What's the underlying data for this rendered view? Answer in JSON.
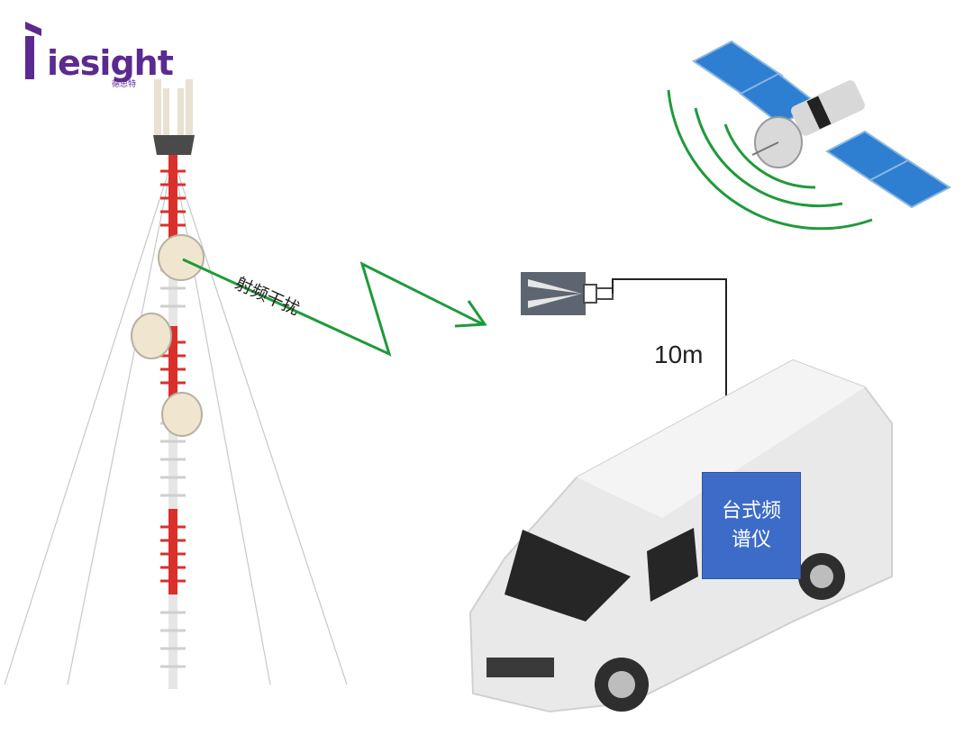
{
  "logo": {
    "text": "iesight",
    "sub_text": "德思特"
  },
  "labels": {
    "rf_interference": "射频干扰",
    "cable_length": "10m",
    "spectrum_analyzer": "台式频谱仪"
  },
  "colors": {
    "brand": "#5b2a91",
    "signal_green": "#1f9a3a",
    "analyzer_box": "#3d6cc8",
    "tower_red": "#d9302c"
  },
  "icons": [
    "cell-tower",
    "microwave-dish",
    "satellite",
    "horn-antenna",
    "van"
  ]
}
